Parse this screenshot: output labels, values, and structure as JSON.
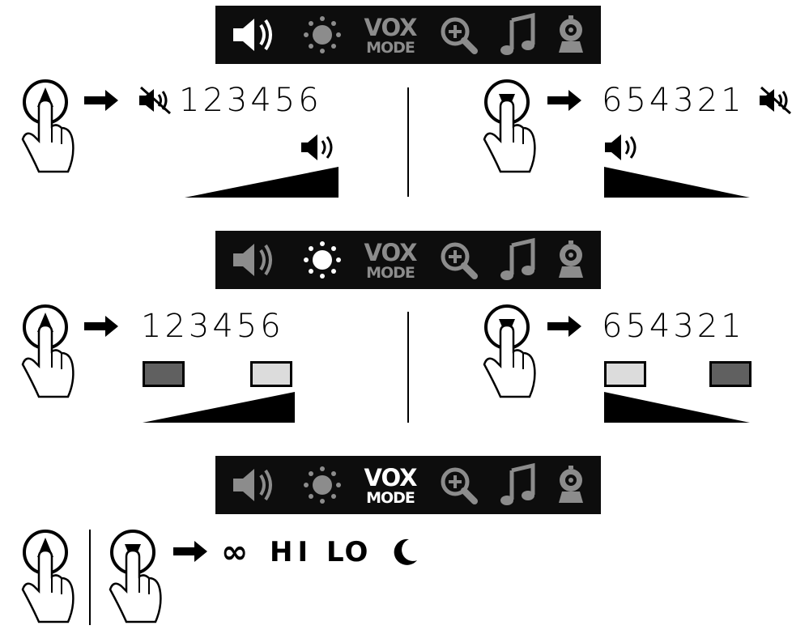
{
  "toolbars": [
    {
      "id": "tb1",
      "highlighted": "volume",
      "vox_line1": "VOX",
      "vox_line2": "MODE"
    },
    {
      "id": "tb2",
      "highlighted": "brightness",
      "vox_line1": "VOX",
      "vox_line2": "MODE"
    },
    {
      "id": "tb3",
      "highlighted": "vox",
      "vox_line1": "VOX",
      "vox_line2": "MODE"
    }
  ],
  "icons": {
    "volume": "speaker-icon",
    "brightness": "sun-icon",
    "vox": "vox-mode-label",
    "zoom": "zoom-icon",
    "music": "music-note-icon",
    "camera": "camera-icon"
  },
  "volume_section": {
    "up_sequence": "123456",
    "down_sequence": "654321"
  },
  "brightness_section": {
    "up_sequence": "123456",
    "down_sequence": "654321"
  },
  "vox_section": {
    "modes": [
      "∞",
      "HI",
      "LO"
    ],
    "last_mode_icon": "moon-icon"
  },
  "colors": {
    "toolbar_bg": "#0d0d0d",
    "active_icon": "#ffffff",
    "inactive_icon": "#8c8c8c",
    "dark_box": "#606060",
    "light_box": "#dcdcdc"
  }
}
